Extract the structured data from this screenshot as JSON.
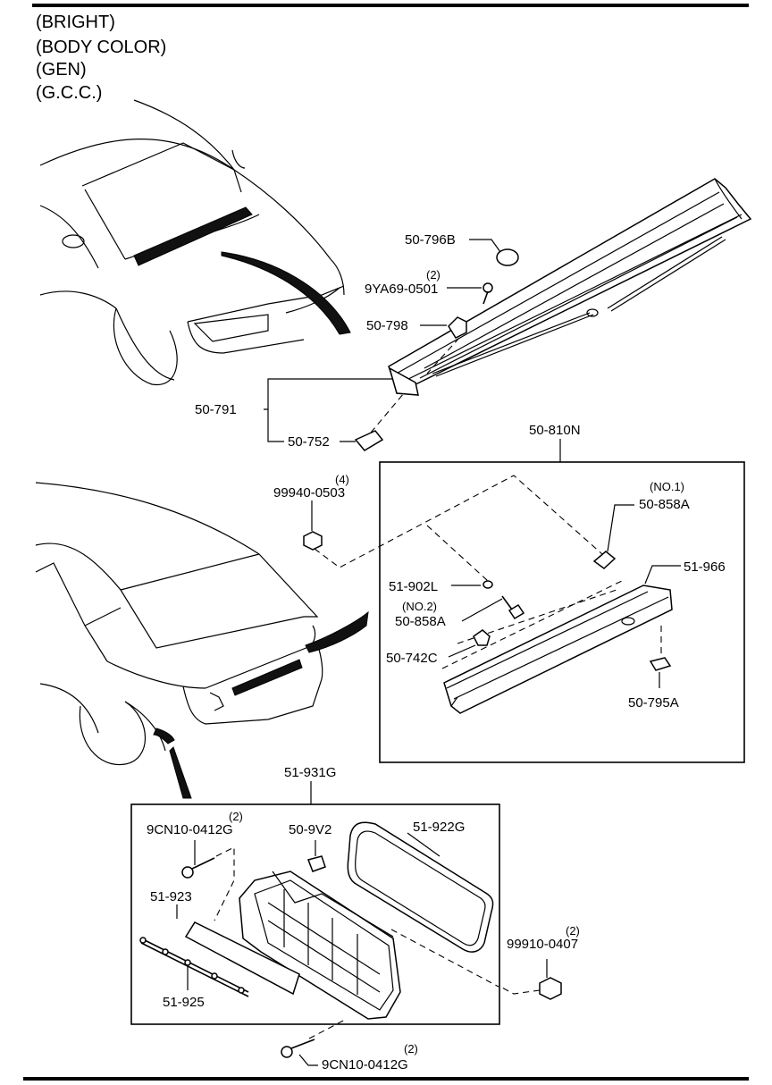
{
  "header": {
    "lines": [
      "(BRIGHT)",
      "(BODY COLOR)",
      "(GEN)",
      "(G.C.C.)"
    ]
  },
  "parts": {
    "p50_796B": "50-796B",
    "p9YA69_0501": "9YA69-0501",
    "p9YA69_0501_qty": "(2)",
    "p50_798": "50-798",
    "p50_791": "50-791",
    "p50_752": "50-752",
    "p50_810N": "50-810N",
    "p99940_0503": "99940-0503",
    "p99940_0503_qty": "(4)",
    "p50_858A_no1": "50-858A",
    "p50_858A_no1_note": "(NO.1)",
    "p51_966": "51-966",
    "p51_902L": "51-902L",
    "p50_858A_no2": "50-858A",
    "p50_858A_no2_note": "(NO.2)",
    "p50_742C": "50-742C",
    "p50_795A": "50-795A",
    "p51_931G": "51-931G",
    "p9CN10_0412G_a": "9CN10-0412G",
    "p9CN10_0412G_a_qty": "(2)",
    "p50_9V2": "50-9V2",
    "p51_922G": "51-922G",
    "p51_923": "51-923",
    "p99910_0407": "99910-0407",
    "p99910_0407_qty": "(2)",
    "p51_925": "51-925",
    "p9CN10_0412G_b": "9CN10-0412G",
    "p9CN10_0412G_b_qty": "(2)"
  }
}
